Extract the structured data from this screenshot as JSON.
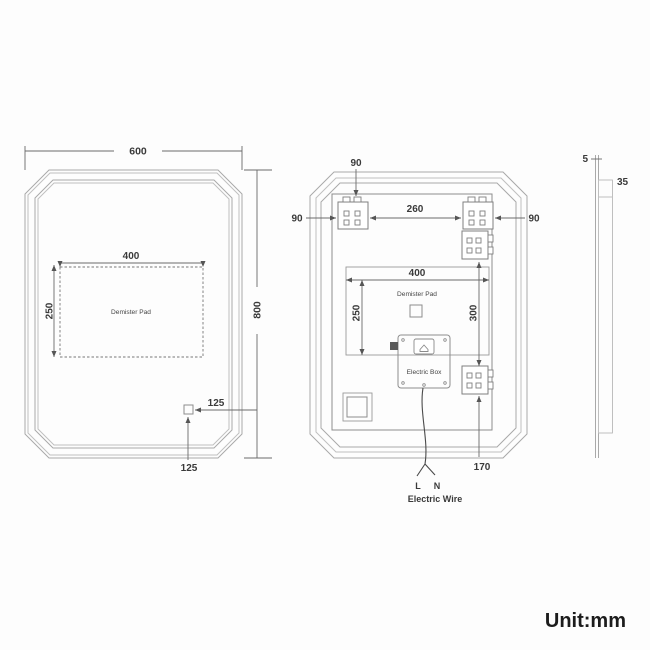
{
  "unit_label": "Unit:mm",
  "front_view": {
    "overall_width": "600",
    "overall_height": "800",
    "demister_pad": {
      "label": "Demister Pad",
      "width": "400",
      "height": "250"
    },
    "touch_sensor": {
      "offset_right": "125",
      "offset_bottom": "125"
    }
  },
  "back_view": {
    "bracket_top_offset": "90",
    "bracket_left_offset": "90",
    "bracket_right_offset": "90",
    "bracket_spacing": "260",
    "demister_pad": {
      "label": "Demister Pad",
      "width": "400",
      "height": "250"
    },
    "bracket_vertical_span": "300",
    "bracket_bottom_offset": "170",
    "electric_box_label": "Electric Box",
    "wire": {
      "live": "L",
      "neutral": "N",
      "label": "Electric Wire"
    }
  },
  "side_view": {
    "glass_thickness": "5",
    "frame_depth": "35"
  },
  "colors": {
    "background": "#fdfdfd",
    "outline": "#a9a9a9",
    "dimension_line": "#6a6a6a",
    "text": "#3a3a3a"
  }
}
